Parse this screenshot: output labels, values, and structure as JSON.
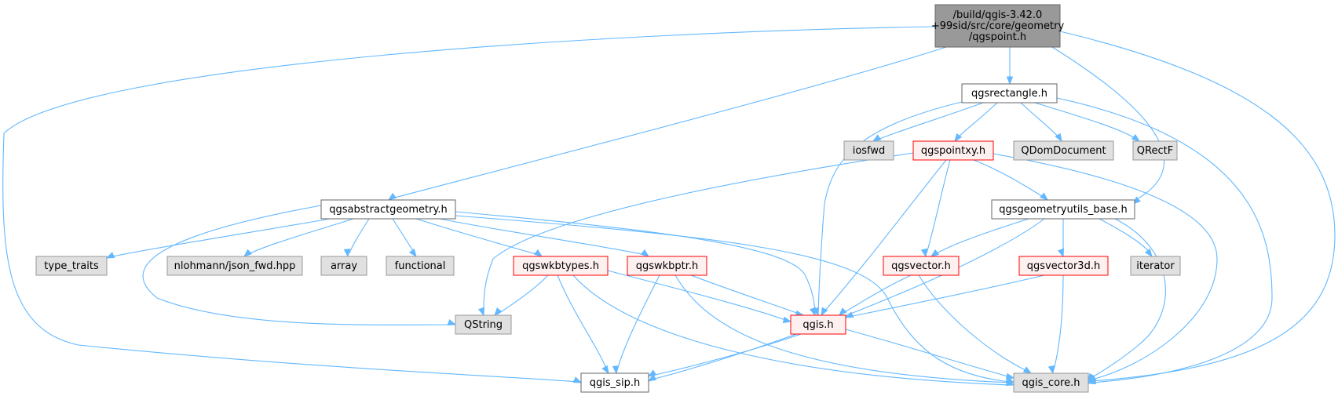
{
  "graph": {
    "nodes": [
      {
        "id": "root",
        "lines": [
          "/build/qgis-3.42.0",
          "+99sid/src/core/geometry",
          "/qgspoint.h"
        ],
        "style": "root"
      },
      {
        "id": "rect",
        "lines": [
          "qgsrectangle.h"
        ],
        "style": "doc"
      },
      {
        "id": "iosfwd",
        "lines": [
          "iosfwd"
        ],
        "style": "ext"
      },
      {
        "id": "pointxy",
        "lines": [
          "qgspointxy.h"
        ],
        "style": "trunc"
      },
      {
        "id": "qdom",
        "lines": [
          "QDomDocument"
        ],
        "style": "ext"
      },
      {
        "id": "qrectf",
        "lines": [
          "QRectF"
        ],
        "style": "ext"
      },
      {
        "id": "absgeom",
        "lines": [
          "qgsabstractgeometry.h"
        ],
        "style": "doc"
      },
      {
        "id": "geomutils",
        "lines": [
          "qgsgeometryutils_base.h"
        ],
        "style": "doc"
      },
      {
        "id": "type_traits",
        "lines": [
          "type_traits"
        ],
        "style": "ext"
      },
      {
        "id": "json",
        "lines": [
          "nlohmann/json_fwd.hpp"
        ],
        "style": "ext"
      },
      {
        "id": "array",
        "lines": [
          "array"
        ],
        "style": "ext"
      },
      {
        "id": "functional",
        "lines": [
          "functional"
        ],
        "style": "ext"
      },
      {
        "id": "wkbtypes",
        "lines": [
          "qgswkbtypes.h"
        ],
        "style": "trunc"
      },
      {
        "id": "wkbptr",
        "lines": [
          "qgswkbptr.h"
        ],
        "style": "trunc"
      },
      {
        "id": "vector",
        "lines": [
          "qgsvector.h"
        ],
        "style": "trunc"
      },
      {
        "id": "vector3d",
        "lines": [
          "qgsvector3d.h"
        ],
        "style": "trunc"
      },
      {
        "id": "iterator",
        "lines": [
          "iterator"
        ],
        "style": "ext"
      },
      {
        "id": "qstring",
        "lines": [
          "QString"
        ],
        "style": "ext"
      },
      {
        "id": "qgis",
        "lines": [
          "qgis.h"
        ],
        "style": "trunc"
      },
      {
        "id": "sip",
        "lines": [
          "qgis_sip.h"
        ],
        "style": "doc"
      },
      {
        "id": "core",
        "lines": [
          "qgis_core.h"
        ],
        "style": "ext"
      }
    ],
    "styles": {
      "root": {
        "fill": "#999999",
        "stroke": "#666666"
      },
      "doc": {
        "fill": "#ffffff",
        "stroke": "#666666"
      },
      "ext": {
        "fill": "#e0e0e0",
        "stroke": "#999999"
      },
      "trunc": {
        "fill": "#fff0f0",
        "stroke": "#ff0000"
      }
    },
    "edge_color": "#63b8ff"
  }
}
